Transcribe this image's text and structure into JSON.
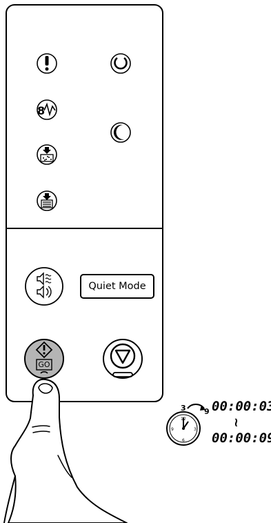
{
  "panel": {
    "quiet_mode_label": "Quiet Mode",
    "go_label": "GO"
  },
  "indicators": {
    "left": [
      "attention-icon",
      "paper-jam-icon",
      "toner-icon",
      "paper-icon"
    ],
    "right": [
      "power-icon",
      "sleep-icon"
    ]
  },
  "timer": {
    "start": "00:00:03",
    "separator": "≀",
    "end": "00:00:09",
    "arrow_from": "3",
    "arrow_to": "9"
  },
  "colors": {
    "go_button_fill": "#b5b5b5",
    "outline": "#000000"
  }
}
